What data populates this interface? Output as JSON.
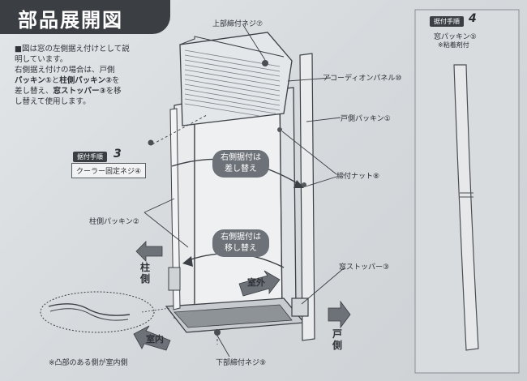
{
  "header": {
    "title": "部品展開図"
  },
  "intro": {
    "line1": "■図は窓の左側据え付けとして説",
    "line2": "明しています。",
    "line3": "右側据え付けの場合は、戸側",
    "line4a": "パッキン①",
    "line4b": "と",
    "line4c": "柱側パッキン②",
    "line4d": "を",
    "line5a": "差し替え、",
    "line5b": "窓ストッパー③",
    "line5c": "を移",
    "line6": "し替えて使用します。"
  },
  "steps": {
    "step3": {
      "tab": "据付手順",
      "num": "3",
      "label": "クーラー固定ネジ④"
    },
    "step4": {
      "tab": "据付手順",
      "num": "4",
      "label": "窓パッキン⑤",
      "sub": "※粘着剤付"
    }
  },
  "callouts": {
    "top_screw": "上部締付ネジ⑦",
    "accordion_panel": "アコーディオンパネル⑩",
    "door_packing": "戸側パッキン①",
    "nut": "締付ナット⑧",
    "pillar_packing": "柱側パッキン②",
    "window_stopper": "窓ストッパー③",
    "bottom_screw": "下部締付ネジ⑨"
  },
  "bubbles": {
    "swap": [
      "右側据付は",
      "差し替え"
    ],
    "move": [
      "右側据付は",
      "移し替え"
    ]
  },
  "directions": {
    "pillar": [
      "柱",
      "側"
    ],
    "outside": [
      "室",
      "外"
    ],
    "inside": [
      "室",
      "内"
    ],
    "door": [
      "戸",
      "側"
    ]
  },
  "note": "※凸部のある側が室内側"
}
